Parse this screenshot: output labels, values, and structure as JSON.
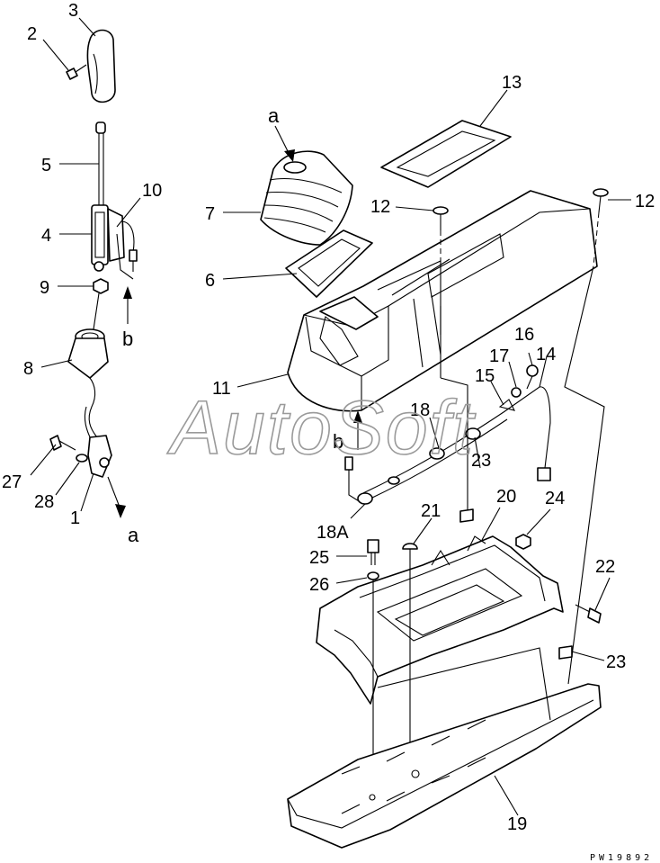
{
  "watermark": "AutoSoft",
  "drawing_code": "PW19892",
  "callouts": {
    "c1": "1",
    "c2": "2",
    "c3": "3",
    "c4": "4",
    "c5": "5",
    "c6": "6",
    "c7": "7",
    "c8": "8",
    "c9": "9",
    "c10": "10",
    "c11": "11",
    "c12a": "12",
    "c12b": "12",
    "c13": "13",
    "c14": "14",
    "c15": "15",
    "c16": "16",
    "c17": "17",
    "c18": "18",
    "c18a": "18A",
    "c19": "19",
    "c20": "20",
    "c21": "21",
    "c22": "22",
    "c23a": "23",
    "c23b": "23",
    "c24": "24",
    "c25": "25",
    "c26": "26",
    "c27": "27",
    "c28": "28"
  },
  "markers": {
    "a_top": "a",
    "a_bottom": "a",
    "b_left": "b",
    "b_right": "b"
  }
}
